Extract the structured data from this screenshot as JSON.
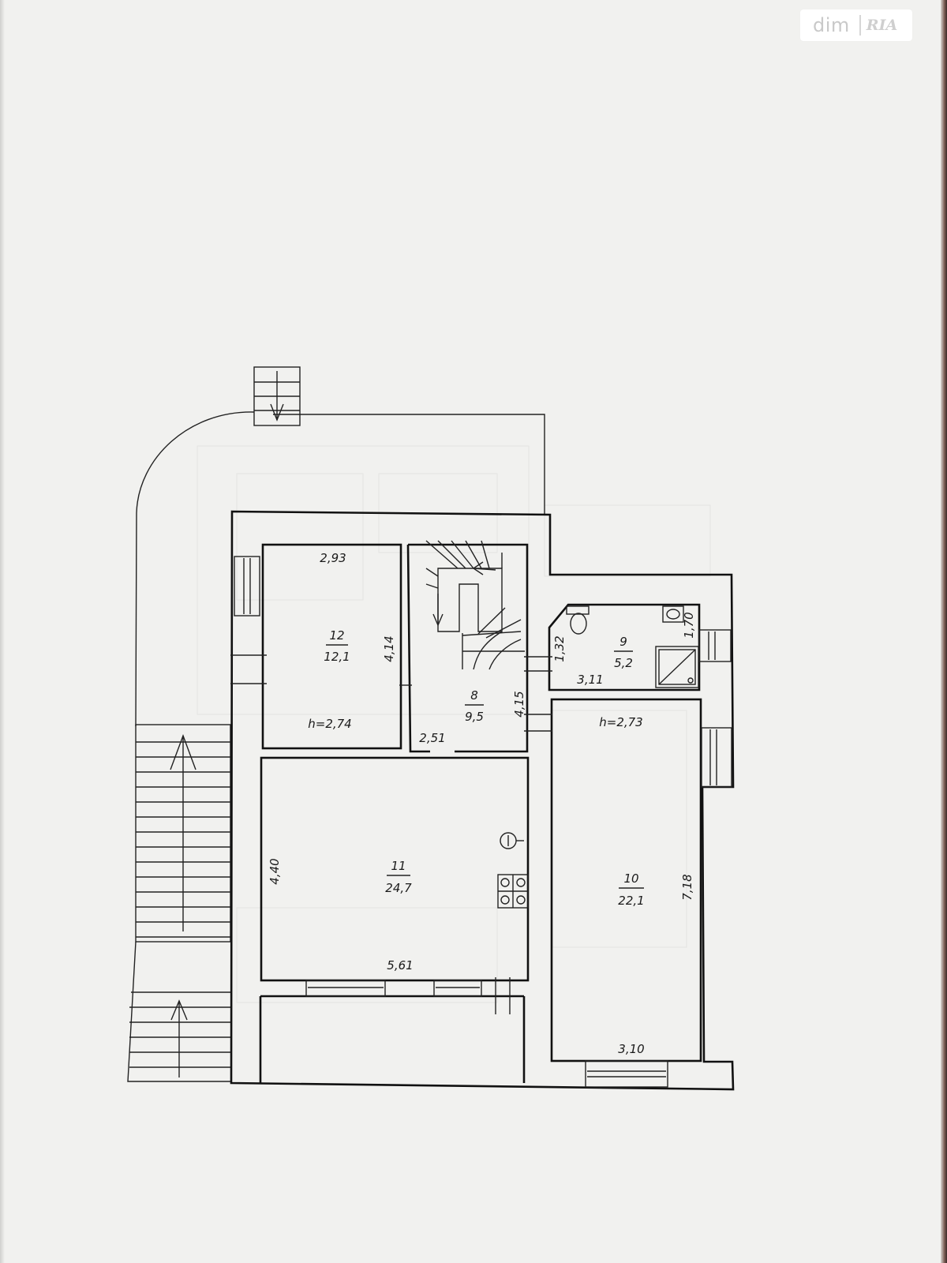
{
  "watermark": {
    "brand_left": "dim",
    "brand_right": "RIA"
  },
  "rooms": [
    {
      "id": "12",
      "number": "12",
      "area": "12,1"
    },
    {
      "id": "8",
      "number": "8",
      "area": "9,5"
    },
    {
      "id": "9",
      "number": "9",
      "area": "5,2"
    },
    {
      "id": "11",
      "number": "11",
      "area": "24,7"
    },
    {
      "id": "10",
      "number": "10",
      "area": "22,1"
    }
  ],
  "dimensions": {
    "r12_width": "2,93",
    "r12_depth": "4,14",
    "r12_height": "h=2,74",
    "r8_depth": "4,15",
    "r8_width": "2,51",
    "r9_depth": "1,32",
    "r9_right": "1,70",
    "r9_width": "3,11",
    "r10_height": "h=2,73",
    "r10_depth": "7,18",
    "r10_width": "3,10",
    "r11_depth": "4,40",
    "r11_width": "5,61"
  },
  "icons": [
    "stair-down-arrow-icon",
    "stair-up-arrow-icon",
    "toilet-icon",
    "sink-icon",
    "shower-icon",
    "boiler-icon",
    "stove-icon"
  ]
}
